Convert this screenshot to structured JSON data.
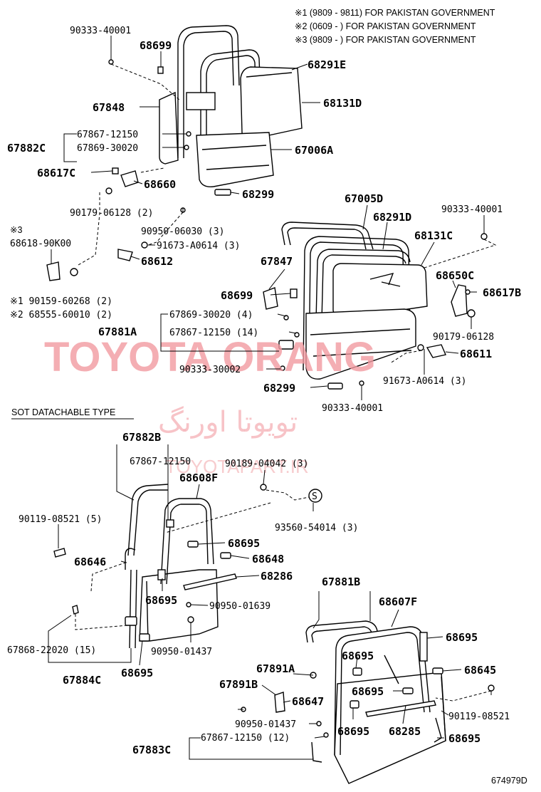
{
  "notes": [
    "※1 (9809 - 9811) FOR PAKISTAN GOVERNMENT",
    "※2 (0609 -        ) FOR PAKISTAN GOVERNMENT",
    "※3 (9809 -        ) FOR PAKISTAN GOVERNMENT"
  ],
  "section_label": "SOT DATACHABLE TYPE",
  "watermark": {
    "brand": "TOYOTA ORANG",
    "persian": "تویوتا اورنگ",
    "url": "TOYOTAPART.IR"
  },
  "diagram_code": "674979D",
  "parts": {
    "p1": "90333-40001",
    "p2": "68699",
    "p3": "68291E",
    "p4": "68131D",
    "p5": "67848",
    "p6": "67867-12150",
    "p7": "67882C",
    "p8": "67869-30020",
    "p9": "67006A",
    "p10": "68617C",
    "p11": "68660",
    "p12": "68299",
    "p13": "90179-06128 (2)",
    "p14": "90950-06030 (3)",
    "p15": "※3",
    "p16": "68618-90K00",
    "p17": "91673-A0614 (3)",
    "p18": "68612",
    "p19": "※1 90159-60268 (2)",
    "p20": "※2 68555-60010 (2)",
    "p21": "67005D",
    "p22": "68291D",
    "p23": "90333-40001",
    "p24": "68131C",
    "p25": "67847",
    "p26": "68650C",
    "p27": "68617B",
    "p28": "68699",
    "p29": "67869-30020 (4)",
    "p30": "67881A",
    "p31": "67867-12150 (14)",
    "p32": "90179-06128",
    "p33": "68611",
    "p34": "90333-30002",
    "p35": "68299",
    "p36": "91673-A0614 (3)",
    "p37": "90333-40001",
    "p38": "67882B",
    "p39": "67867-12150",
    "p40": "90189-04042 (3)",
    "p41": "68608F",
    "p42": "90119-08521 (5)",
    "p43": "93560-54014 (3)",
    "p44": "68695",
    "p45": "68648",
    "p46": "68646",
    "p47": "68286",
    "p48": "68695",
    "p49": "90950-01639",
    "p50": "67868-22020 (15)",
    "p51": "90950-01437",
    "p52": "67884C",
    "p53": "68695",
    "p54": "67881B",
    "p55": "68607F",
    "p56": "68695",
    "p57": "68695",
    "p58": "67891A",
    "p59": "68645",
    "p60": "67891B",
    "p61": "68647",
    "p62": "68695",
    "p63": "90950-01437",
    "p64": "68695",
    "p65": "68285",
    "p66": "90119-08521",
    "p67": "67883C",
    "p68": "67867-12150 (12)",
    "p69": "68695"
  }
}
